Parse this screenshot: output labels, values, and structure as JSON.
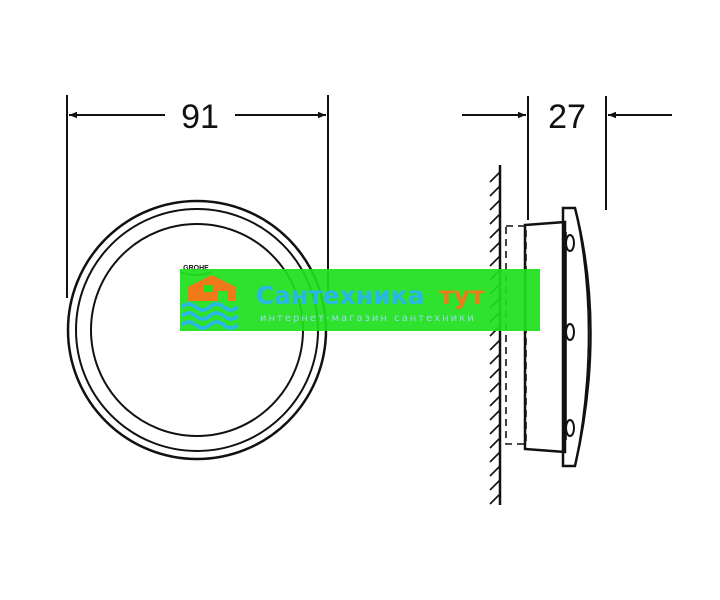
{
  "dimensions": {
    "width": "91",
    "depth": "27"
  },
  "product_logo": "GROHE",
  "watermark": {
    "name_main": "Сантехника",
    "name_accent": "тут",
    "tagline": "интернет-магазин сантехники",
    "colors": {
      "banner": "#1ee01e",
      "main_text": "#29b6e8",
      "accent_text": "#f07a1a",
      "waves": "#29b6e8",
      "house": "#f07a1a"
    }
  }
}
